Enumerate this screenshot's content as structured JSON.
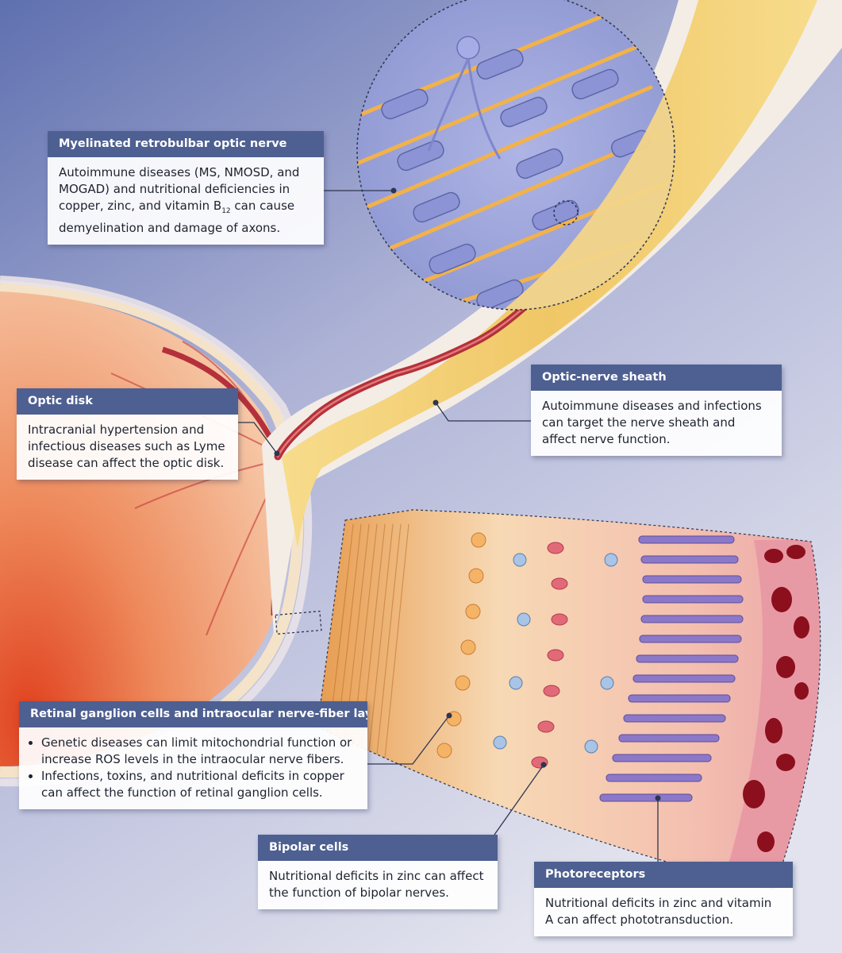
{
  "colors": {
    "background_top": "#6a78b4",
    "background_bottom": "#d9dbea",
    "callout_header": "#4e5f91",
    "nerve_yellow": "#f4d27a",
    "vessel_red": "#b5303a",
    "eye_orange": "#e8703a",
    "myelin_blue": "#8c94d6",
    "axon_orange": "#f2b24a",
    "bipolar_pink": "#e26a78",
    "photoreceptor_purple": "#8c78c8",
    "choroid_red": "#8c0f1e"
  },
  "callouts": {
    "myelinated": {
      "title": "Myelinated retrobulbar optic nerve",
      "text_before": "Autoimmune diseases (MS, NMOSD, and MOGAD) and nutritional deficiencies in copper, zinc, and vitamin B",
      "subscript": "12",
      "text_after": " can cause demyelination and damage of axons."
    },
    "optic_disk": {
      "title": "Optic disk",
      "text": "Intracranial hypertension and infectious diseases such as Lyme disease can affect the optic disk."
    },
    "sheath": {
      "title": "Optic-nerve sheath",
      "text": "Autoimmune diseases and infections can target the nerve sheath and affect nerve function."
    },
    "ganglion": {
      "title": "Retinal ganglion cells and intraocular nerve-fiber layer",
      "bullets": [
        "Genetic diseases can limit mitochondrial function or increase ROS levels in the intraocular nerve fibers.",
        "Infections, toxins, and nutritional deficits in copper can affect the function of retinal ganglion cells."
      ]
    },
    "bipolar": {
      "title": "Bipolar cells",
      "text": "Nutritional deficits in zinc can affect the function of bipolar nerves."
    },
    "photoreceptors": {
      "title": "Photoreceptors",
      "text": "Nutritional deficits in zinc and vitamin A can affect phototransduction."
    }
  }
}
